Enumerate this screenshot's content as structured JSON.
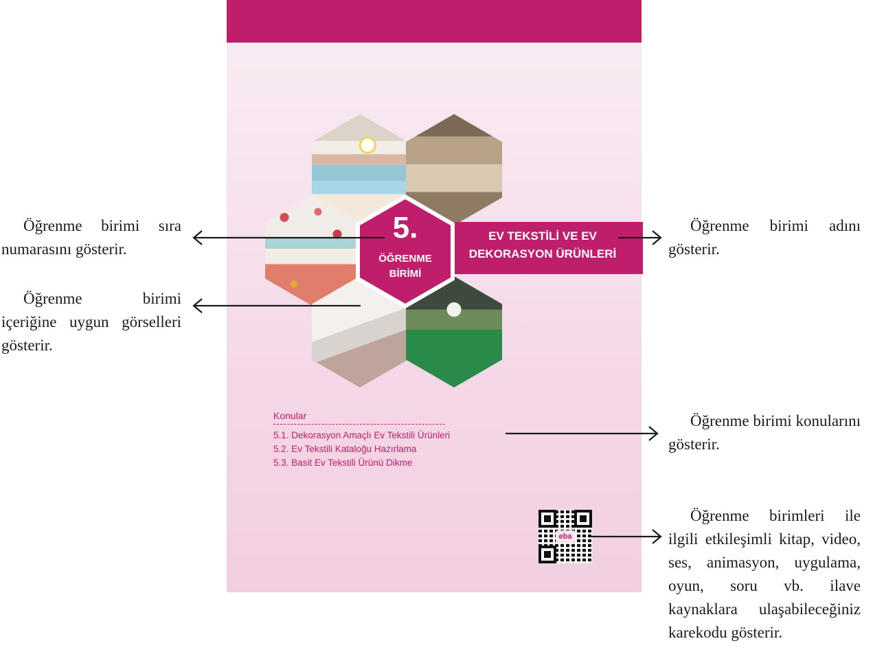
{
  "unit": {
    "number": "5.",
    "label_line1": "ÖĞRENME",
    "label_line2": "BİRİMİ",
    "title_line1": "EV TEKSTİLİ VE EV",
    "title_line2": "DEKORASYON ÜRÜNLERİ"
  },
  "topics": {
    "heading": "Konular",
    "items": [
      "5.1. Dekorasyon Amaçlı Ev Tekstili Ürünleri",
      "5.2. Ev Tekstili Kataloğu Hazırlama",
      "5.3. Basit Ev Tekstili Ürünü Dikme"
    ]
  },
  "qr": {
    "logo_text": "eba"
  },
  "notes": {
    "unit_number": "Öğrenme birimi sıra numarasını gösterir.",
    "images": "Öğrenme birimi içeriğine uygun görselleri gösterir.",
    "unit_name": "Öğrenme birimi adını gösterir.",
    "topics": "Öğrenme birimi konularını gösterir.",
    "qr": "Öğrenme birimleri ile ilgili etkileşimli kitap, video, ses, animasyon, uygulama, oyun, soru vb. ilave kaynaklara ulaşabileceğiniz karekodu gösterir."
  },
  "colors": {
    "accent": "#bf1e6c",
    "page_tint": "#f7e2ee"
  }
}
